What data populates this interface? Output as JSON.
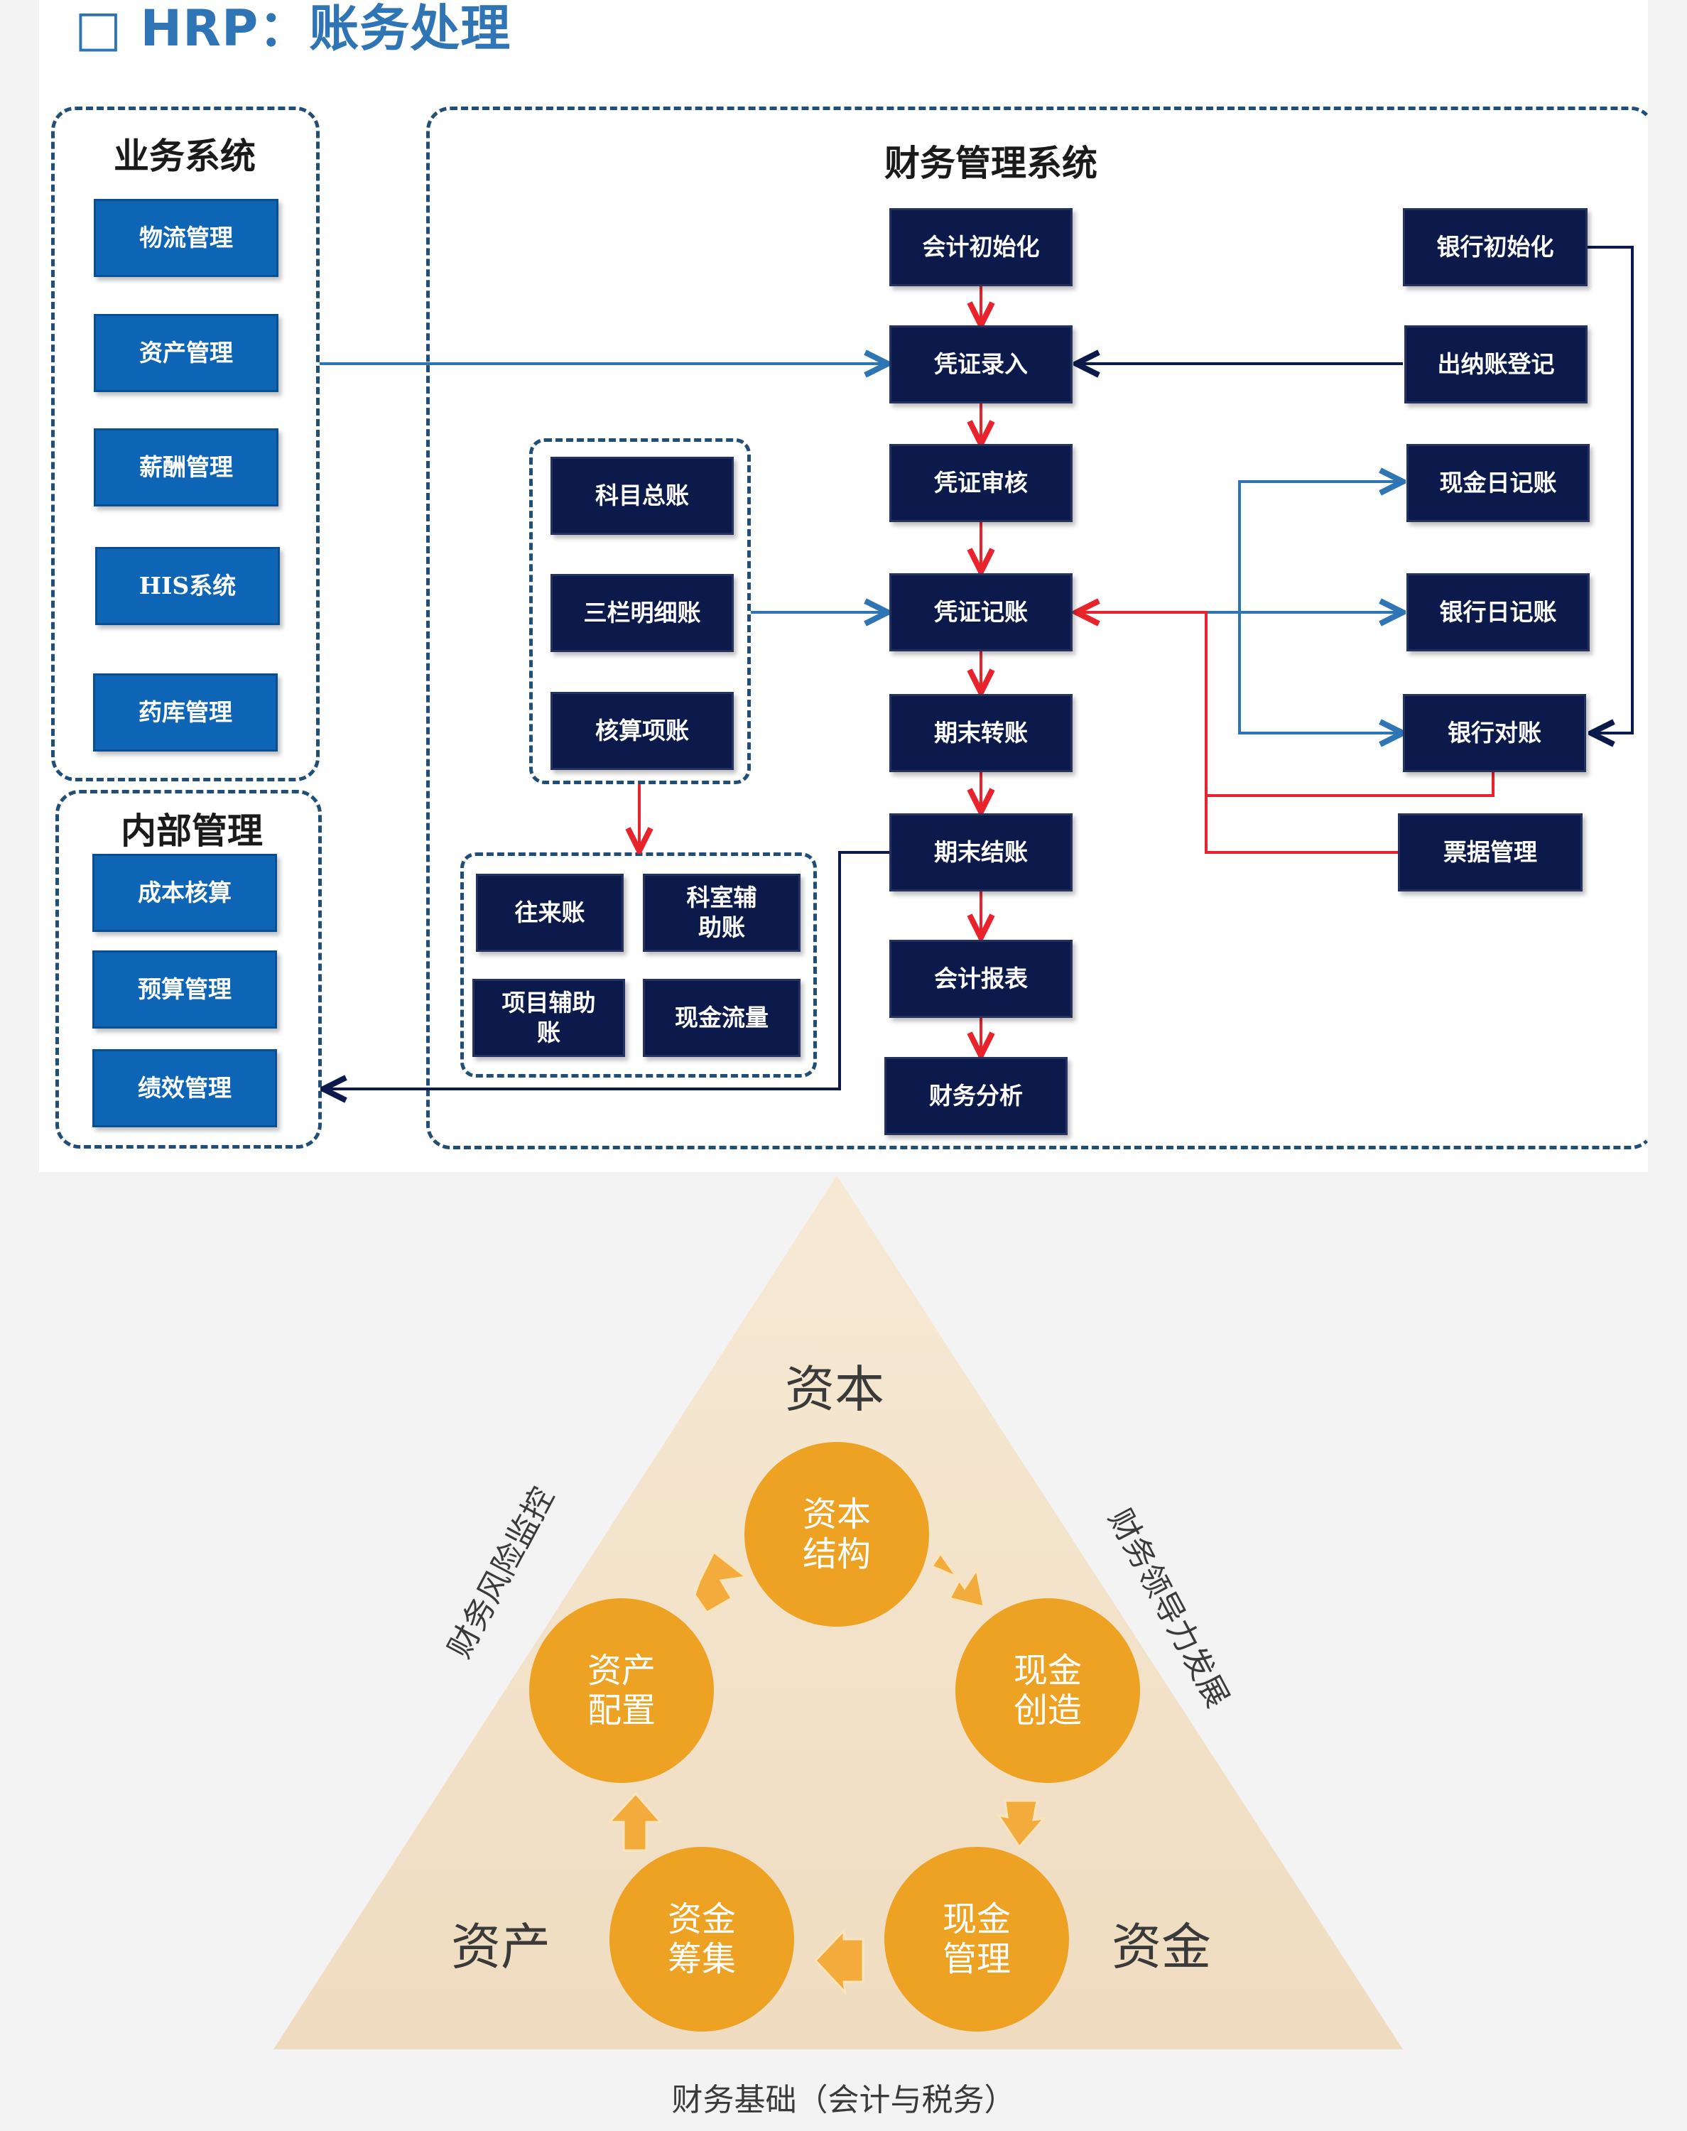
{
  "title": "□ HRP：账务处理",
  "groups": {
    "business": "业务系统",
    "internal": "内部管理",
    "finance": "财务管理系统"
  },
  "business_items": [
    "物流管理",
    "资产管理",
    "薪酬管理",
    "HIS系统",
    "药库管理"
  ],
  "internal_items": [
    "成本核算",
    "预算管理",
    "绩效管理"
  ],
  "flow_items": [
    "会计初始化",
    "凭证录入",
    "凭证审核",
    "凭证记账",
    "期末转账",
    "期末结账",
    "会计报表",
    "财务分析"
  ],
  "ledger_items": [
    "科目总账",
    "三栏明细账",
    "核算项账"
  ],
  "sub_ledgers": [
    "往来账",
    "科室辅\n助账",
    "项目辅助\n账",
    "现金流量"
  ],
  "cashier_items": [
    "银行初始化",
    "出纳账登记",
    "现金日记账",
    "银行日记账",
    "银行对账",
    "票据管理"
  ],
  "triangle": {
    "top": "资本",
    "left": "资产",
    "right": "资金",
    "left_side": "财务风险监控",
    "right_side": "财务领导力发展",
    "bottom": "财务基础（会计与税务）",
    "circles": [
      "资本\n结构",
      "现金\n创造",
      "现金\n管理",
      "资金\n筹集",
      "资产\n配置"
    ]
  },
  "colors": {
    "title_blue": "#2f75b5",
    "box_blue": "#0e65b6",
    "box_navy": "#0b1a4a",
    "arrow_blue": "#2e75b6",
    "arrow_navy": "#0b1a4a",
    "arrow_red": "#e8232b",
    "orange": "#eea224",
    "triangle_fill": "#f2e2c8"
  }
}
